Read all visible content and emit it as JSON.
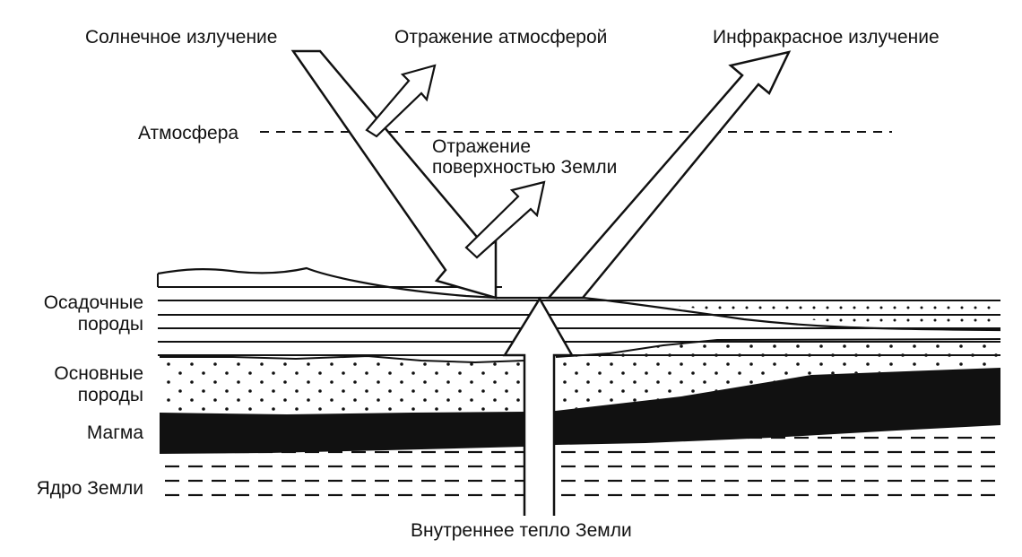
{
  "labels": {
    "solar_radiation": "Солнечное излучение",
    "atmosphere_reflection": "Отражение атмосферой",
    "infrared_radiation": "Инфракрасное излучение",
    "atmosphere": "Атмосфера",
    "surface_reflection_line1": "Отражение",
    "surface_reflection_line2": "поверхностью Земли",
    "sedimentary_line1": "Осадочные",
    "sedimentary_line2": "породы",
    "basic_line1": "Основные",
    "basic_line2": "породы",
    "magma": "Магма",
    "core": "Ядро Земли",
    "internal_heat": "Внутреннее тепло Земли"
  },
  "colors": {
    "ink": "#111111",
    "paper": "#ffffff",
    "magma_fill": "#111111"
  }
}
